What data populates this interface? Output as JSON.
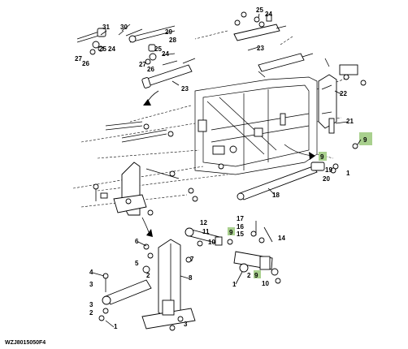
{
  "callouts": {
    "c31": "31",
    "c30": "30",
    "c25a": "25",
    "c24a": "24",
    "c29": "29",
    "c28": "28",
    "c27a": "27",
    "c26a": "26",
    "c25b": "25",
    "c24b": "24",
    "c27b": "27",
    "c26b": "26",
    "c25c": "25",
    "c24c": "24",
    "c23a": "23",
    "c23b": "23",
    "c22": "22",
    "c21": "21",
    "c9a": "9",
    "c9b": "9",
    "c1a": "1",
    "c19": "19",
    "c20": "20",
    "c18": "18",
    "c12": "12",
    "c11": "11",
    "c17": "17",
    "c16": "16",
    "c15": "15",
    "c14": "14",
    "c10a": "10",
    "c9c": "9",
    "c6": "6",
    "c5": "5",
    "c4": "4",
    "c3a": "3",
    "c2a": "2",
    "c3b": "3",
    "c2b": "2",
    "c1b": "1",
    "c8": "8",
    "c7": "7",
    "c1c": "1",
    "c2c": "2",
    "c9d": "9",
    "c10b": "10",
    "c3c": "3"
  },
  "figure_code": "WZJ8015050F4",
  "colors": {
    "highlight": "#a9d08e",
    "line": "#000000",
    "background": "#ffffff"
  }
}
